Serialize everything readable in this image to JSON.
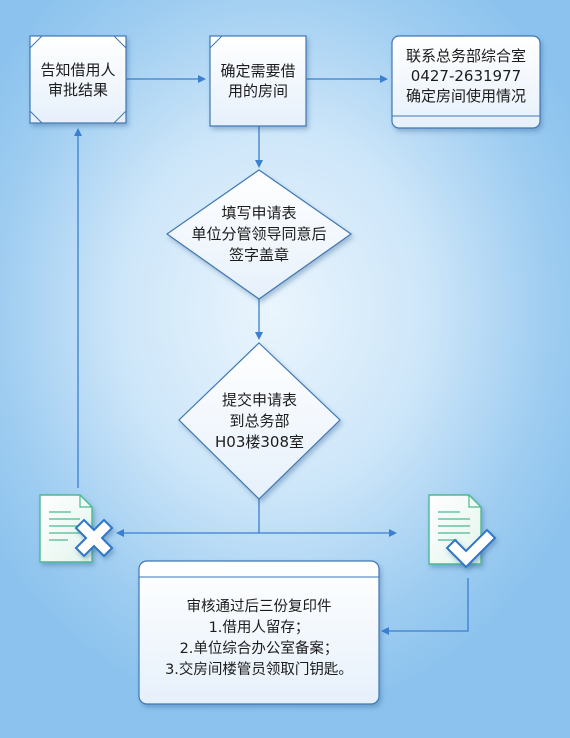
{
  "nodes": {
    "notify": {
      "text": "告知借用人\n审批结果"
    },
    "confirm_room": {
      "text": "确定需要借\n用的房间"
    },
    "contact": {
      "line1": "联系总务部综合室",
      "line2": "0427-2631977",
      "line3": "确定房间使用情况"
    },
    "fill_form": {
      "text": "填写申请表\n单位分管领导同意后\n签字盖章"
    },
    "submit_form": {
      "text": "提交申请表\n到总务部\nH03楼308室"
    },
    "approved_box": {
      "line1": "审核通过后三份复印件",
      "line2": "1.借用人留存；",
      "line3": "2.单位综合办公室备案；",
      "line4": "3.交房间楼管员领取门钥匙。"
    }
  },
  "icons": {
    "rejected": "document-x-icon",
    "approved": "document-check-icon"
  },
  "colors": {
    "box_border": "#3f77b5",
    "arrow": "#3a7fd0",
    "icon_green": "#4db98f",
    "icon_blue": "#2f76c8"
  }
}
